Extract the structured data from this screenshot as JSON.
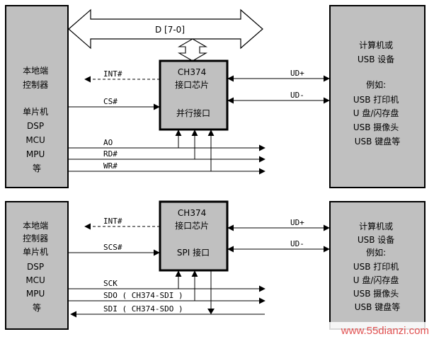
{
  "top": {
    "bus_label": "D [7-0]",
    "host_lines": [
      "本地端",
      "控制器",
      "",
      "单片机",
      "DSP",
      "MCU",
      "MPU",
      "等"
    ],
    "chip_lines": [
      "CH374",
      "接口芯片",
      "",
      "并行接口"
    ],
    "device_lines": [
      "计算机或",
      "USB 设备",
      "",
      "例如:",
      "USB 打印机",
      "U 盘/闪存盘",
      "USB 摄像头",
      "USB 键盘等"
    ],
    "signals": {
      "int": "INT#",
      "cs": "CS#",
      "a0": "AO",
      "rd": "RD#",
      "wr": "WR#",
      "udp": "UD+",
      "udm": "UD-"
    }
  },
  "bottom": {
    "host_lines": [
      "本地端",
      "控制器",
      "单片机",
      "DSP",
      "MCU",
      "MPU",
      "等"
    ],
    "chip_lines": [
      "CH374",
      "接口芯片",
      "",
      "SPI 接口"
    ],
    "device_lines": [
      "计算机或",
      "USB 设备",
      "例如:",
      "USB 打印机",
      "U 盘/闪存盘",
      "USB 摄像头",
      "USB 键盘等"
    ],
    "signals": {
      "int": "INT#",
      "scs": "SCS#",
      "sck": "SCK",
      "sdo": "SDO ( CH374-SDI )",
      "sdi": "SDI ( CH374-SDO )",
      "udp": "UD+",
      "udm": "UD-"
    }
  },
  "watermark": "www.55dianzi.com",
  "colors": {
    "box_fill": "#c0c0c0",
    "line": "#000000",
    "watermark": "#e05050"
  }
}
